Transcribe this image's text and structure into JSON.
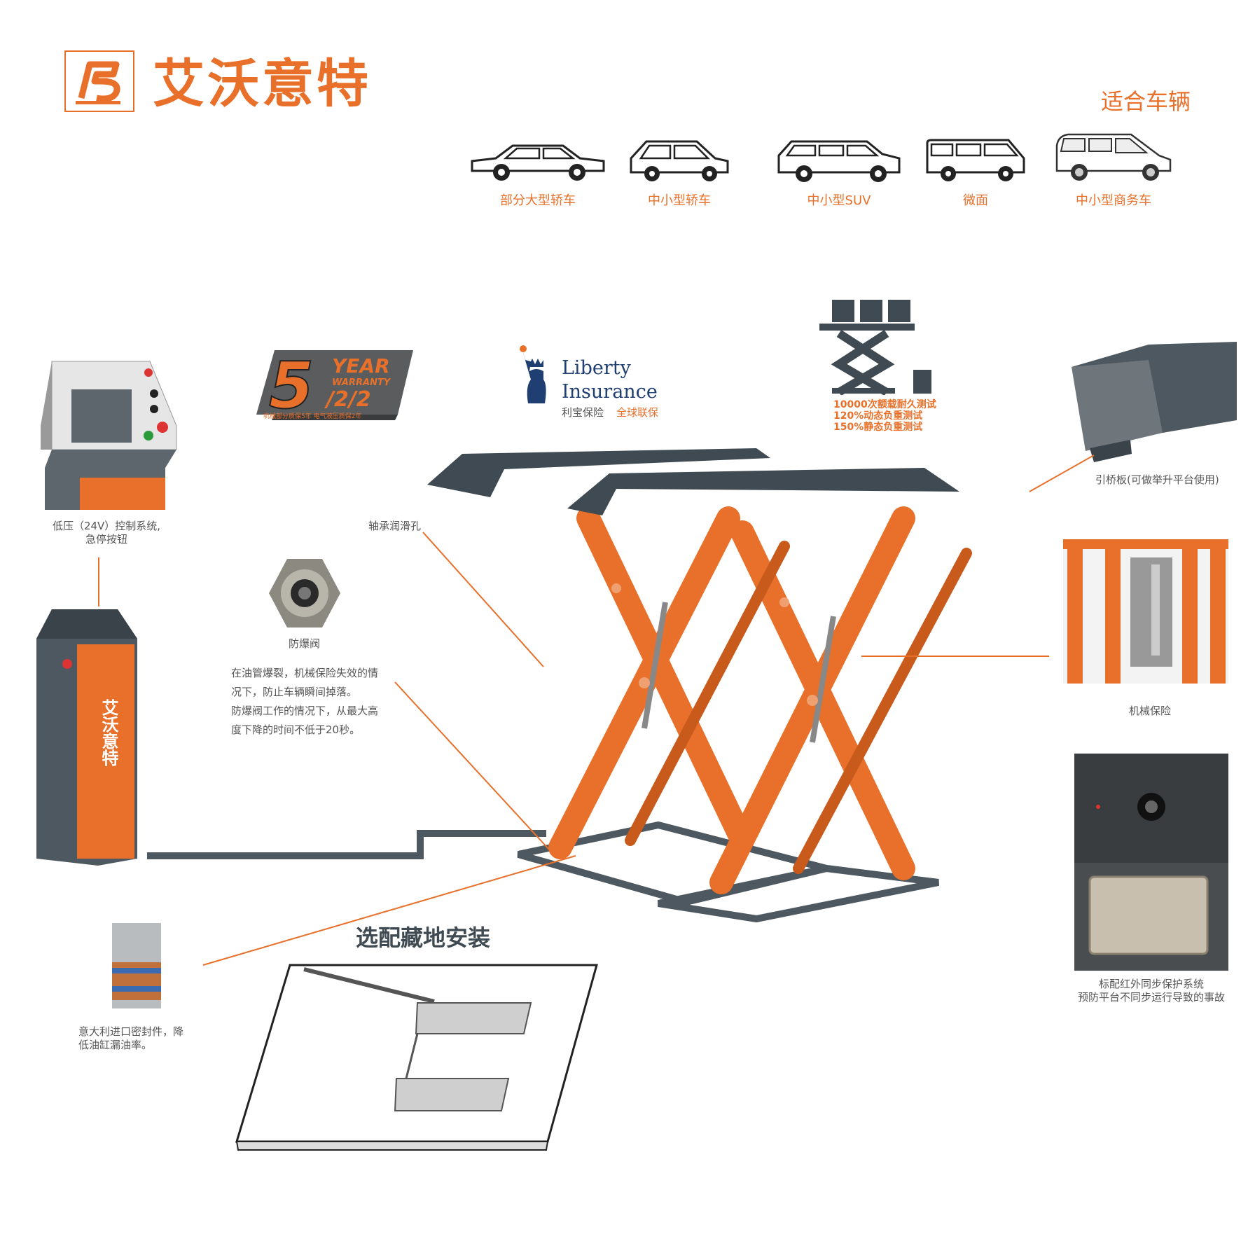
{
  "brand": {
    "name": "艾沃意特",
    "cabinet_text": "艾沃意特"
  },
  "colors": {
    "accent": "#e8702a",
    "frame": "#3f4a52"
  },
  "vehicles": {
    "title": "适合车辆",
    "items": [
      {
        "label": "部分大型轿车",
        "icon": "sedan-large-icon"
      },
      {
        "label": "中小型轿车",
        "icon": "hatchback-icon"
      },
      {
        "label": "中小型SUV",
        "icon": "suv-icon"
      },
      {
        "label": "微面",
        "icon": "minivan-icon"
      },
      {
        "label": "中小型商务车",
        "icon": "mpv-icon"
      }
    ]
  },
  "warranty": {
    "big_number": "5",
    "year_text": "YEAR",
    "warranty_text": "WARRANTY",
    "numbers": "/2/2",
    "subtext": "机械部分质保5年 电气液压质保2年"
  },
  "insurance": {
    "name_line1": "Liberty",
    "name_line2": "Insurance",
    "cn_name": "利宝保险",
    "cn_tag": "全球联保"
  },
  "tests": {
    "lines": [
      "10000次额载耐久测试",
      "120%动态负重测试",
      "150%静态负重测试"
    ]
  },
  "features": {
    "control": {
      "line1": "低压（24V）控制系统,",
      "line2": "急停按钮"
    },
    "bearing": "轴承润滑孔",
    "valve": {
      "title": "防爆阀",
      "lines": [
        "在油管爆裂，机械保险失效的情",
        "况下，防止车辆瞬间掉落。",
        "防爆阀工作的情况下，从最大高",
        "度下降的时间不低于20秒。"
      ]
    },
    "ramp": "引桥板(可做举升平台使用)",
    "mech_lock": "机械保险",
    "infrared": {
      "line1": "标配红外同步保护系统",
      "line2": "预防平台不同步运行导致的事故"
    },
    "seal": {
      "line1": "意大利进口密封件，降",
      "line2": "低油缸漏油率。"
    }
  },
  "floor_install": {
    "title": "选配藏地安装"
  }
}
